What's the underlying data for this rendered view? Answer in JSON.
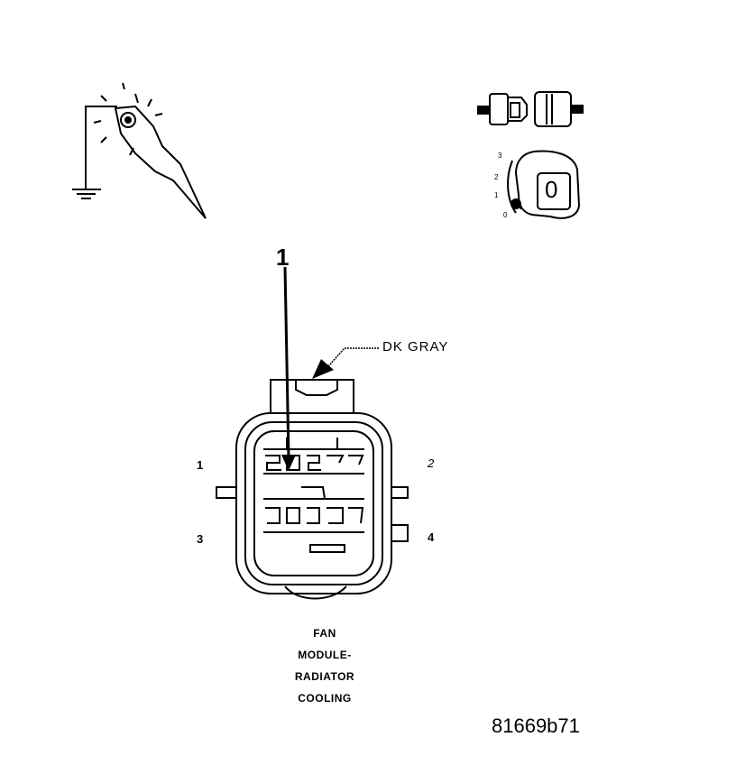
{
  "callout": {
    "number": "1"
  },
  "wire": {
    "color_label": "DK GRAY"
  },
  "pins": {
    "p1": "1",
    "p2": "2",
    "p3": "3",
    "p4": "4"
  },
  "component": {
    "line1": "FAN",
    "line2": "MODULE-",
    "line3": "RADIATOR",
    "line4": "COOLING"
  },
  "figure_id": "81669b71",
  "ohmmeter_scale": {
    "s3": "3",
    "s2": "2",
    "s1": "1",
    "s0": "0"
  },
  "ohmmeter_display": "0",
  "icons": [
    "test-light-probe-icon",
    "ground-symbol-icon",
    "connector-disconnect-icon",
    "ohmmeter-icon"
  ],
  "colors": {
    "ink": "#000000",
    "background": "#ffffff"
  }
}
